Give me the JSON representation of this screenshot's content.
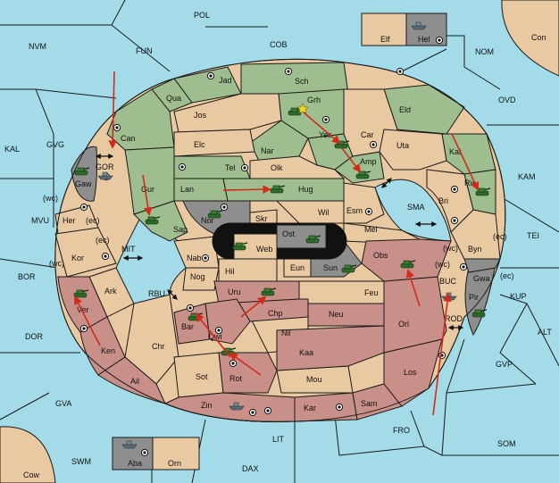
{
  "board": {
    "seas": [
      {
        "id": "POL",
        "label": "POL"
      },
      {
        "id": "NVM",
        "label": "NVM"
      },
      {
        "id": "FUN",
        "label": "FUN"
      },
      {
        "id": "COB",
        "label": "COB"
      },
      {
        "id": "NOM",
        "label": "NOM"
      },
      {
        "id": "Con",
        "label": "Con"
      },
      {
        "id": "OVD",
        "label": "OVD"
      },
      {
        "id": "KAL",
        "label": "KAL"
      },
      {
        "id": "GVG",
        "label": "GVG"
      },
      {
        "id": "KAM",
        "label": "KAM"
      },
      {
        "id": "MVU",
        "label": "MVU"
      },
      {
        "id": "TEI",
        "label": "TEI"
      },
      {
        "id": "BOR",
        "label": "BOR"
      },
      {
        "id": "KUP",
        "label": "KUP"
      },
      {
        "id": "DOR",
        "label": "DOR"
      },
      {
        "id": "ALT",
        "label": "ALT"
      },
      {
        "id": "GVP",
        "label": "GVP"
      },
      {
        "id": "GVA",
        "label": "GVA"
      },
      {
        "id": "FRO",
        "label": "FRO"
      },
      {
        "id": "SOM",
        "label": "SOM"
      },
      {
        "id": "LIT",
        "label": "LIT"
      },
      {
        "id": "SWM",
        "label": "SWM"
      },
      {
        "id": "DAX",
        "label": "DAX"
      },
      {
        "id": "Cow",
        "label": "Cow"
      },
      {
        "id": "SMA",
        "label": "SMA"
      },
      {
        "id": "MIT",
        "label": "MIT"
      },
      {
        "id": "RBU",
        "label": "RBU"
      },
      {
        "id": "BUC",
        "label": "BUC"
      },
      {
        "id": "ROD",
        "label": "ROD"
      },
      {
        "id": "GOR",
        "label": "GOR"
      }
    ],
    "provinces": [
      {
        "id": "Elf",
        "label": "Elf"
      },
      {
        "id": "Hel",
        "label": "Hel"
      },
      {
        "id": "Jad",
        "label": "Jad"
      },
      {
        "id": "Sch",
        "label": "Sch"
      },
      {
        "id": "Qua",
        "label": "Qua"
      },
      {
        "id": "Grh",
        "label": "Grh"
      },
      {
        "id": "Jos",
        "label": "Jos"
      },
      {
        "id": "Eld",
        "label": "Eld"
      },
      {
        "id": "Can",
        "label": "Can"
      },
      {
        "id": "Car",
        "label": "Car"
      },
      {
        "id": "Elc",
        "label": "Elc"
      },
      {
        "id": "Nar",
        "label": "Nar"
      },
      {
        "id": "Yes",
        "label": "Yes"
      },
      {
        "id": "Uta",
        "label": "Uta"
      },
      {
        "id": "Kat",
        "label": "Kat"
      },
      {
        "id": "Tel",
        "label": "Tel"
      },
      {
        "id": "Olk",
        "label": "Olk"
      },
      {
        "id": "Amp",
        "label": "Amp"
      },
      {
        "id": "Gaw",
        "label": "Gaw"
      },
      {
        "id": "Gur",
        "label": "Gur"
      },
      {
        "id": "Lan",
        "label": "Lan"
      },
      {
        "id": "Hug",
        "label": "Hug"
      },
      {
        "id": "Rie",
        "label": "Rie"
      },
      {
        "id": "Bri",
        "label": "Bri"
      },
      {
        "id": "Wil",
        "label": "Wil"
      },
      {
        "id": "Esm",
        "label": "Esm"
      },
      {
        "id": "Nor",
        "label": "Nor"
      },
      {
        "id": "Her",
        "label": "Her"
      },
      {
        "id": "Skr",
        "label": "Skr"
      },
      {
        "id": "Sap",
        "label": "Sap"
      },
      {
        "id": "Ost",
        "label": "Ost"
      },
      {
        "id": "Mel",
        "label": "Mel"
      },
      {
        "id": "Web",
        "label": "Web"
      },
      {
        "id": "Byn",
        "label": "Byn"
      },
      {
        "id": "Kor",
        "label": "Kor"
      },
      {
        "id": "Nab",
        "label": "Nab"
      },
      {
        "id": "Obs",
        "label": "Obs"
      },
      {
        "id": "Eun",
        "label": "Eun"
      },
      {
        "id": "Sun",
        "label": "Sun"
      },
      {
        "id": "Gwa",
        "label": "Gwa"
      },
      {
        "id": "Hil",
        "label": "Hil"
      },
      {
        "id": "Nog",
        "label": "Nog"
      },
      {
        "id": "Ark",
        "label": "Ark"
      },
      {
        "id": "Pir",
        "label": "Pir"
      },
      {
        "id": "Uru",
        "label": "Uru"
      },
      {
        "id": "Feu",
        "label": "Feu"
      },
      {
        "id": "Ver",
        "label": "Ver"
      },
      {
        "id": "Chp",
        "label": "Chp"
      },
      {
        "id": "Neu",
        "label": "Neu"
      },
      {
        "id": "Orl",
        "label": "Orl"
      },
      {
        "id": "Bar",
        "label": "Bar"
      },
      {
        "id": "Qwi",
        "label": "Qwi"
      },
      {
        "id": "Nil",
        "label": "Nil"
      },
      {
        "id": "Chr",
        "label": "Chr"
      },
      {
        "id": "Ken",
        "label": "Ken"
      },
      {
        "id": "Kaa",
        "label": "Kaa"
      },
      {
        "id": "Ail",
        "label": "Ail"
      },
      {
        "id": "Sot",
        "label": "Sot"
      },
      {
        "id": "Rot",
        "label": "Rot"
      },
      {
        "id": "Los",
        "label": "Los"
      },
      {
        "id": "Mou",
        "label": "Mou"
      },
      {
        "id": "Zin",
        "label": "Zin"
      },
      {
        "id": "Kar",
        "label": "Kar"
      },
      {
        "id": "Sam",
        "label": "Sam"
      },
      {
        "id": "Aba",
        "label": "Aba"
      },
      {
        "id": "Orn",
        "label": "Orn"
      }
    ],
    "coast_labels": [
      "(wc)",
      "(ec)",
      "(ec)",
      "(wc)",
      "(wc)",
      "(ec)",
      "(ec)",
      "(wc)"
    ],
    "colors": {
      "sea": "#a3dbe8",
      "neutral": "#e8c9a1",
      "green_power": "#9fbe8f",
      "red_power": "#c99089",
      "impassable": "#8e8e8e",
      "order_arrow": "#d42a1a"
    },
    "unit_icons": [
      "army-tank-icon",
      "fleet-ship-icon",
      "supply-center-icon",
      "star-icon"
    ]
  }
}
